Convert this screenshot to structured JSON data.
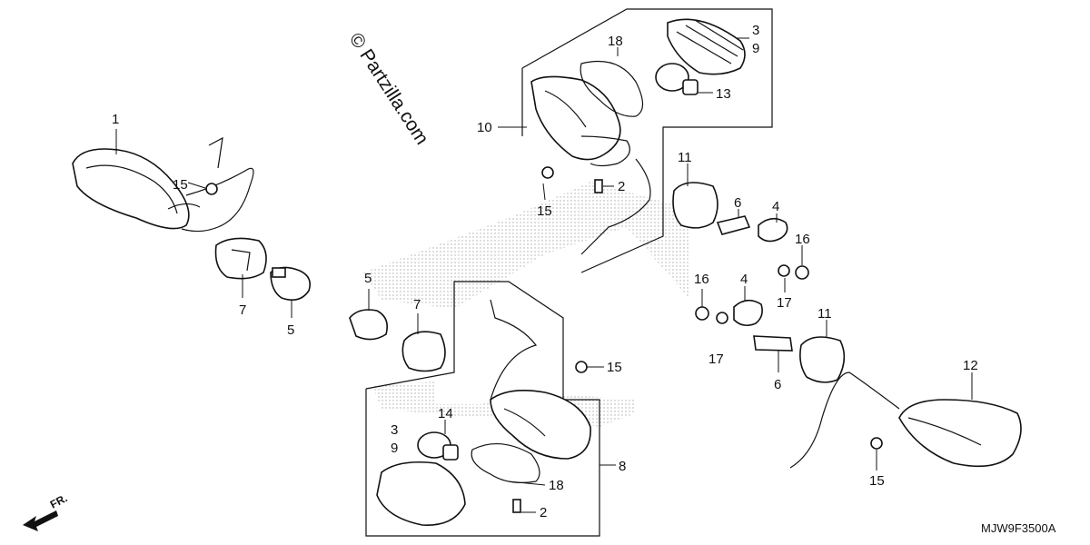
{
  "watermark": "© Partzilla.com",
  "diagram_code": "MJW9F3500A",
  "front_label": "FR.",
  "callouts": {
    "c1": "1",
    "c2a": "2",
    "c2b": "2",
    "c3a": "3",
    "c3b": "3",
    "c4a": "4",
    "c4b": "4",
    "c5a": "5",
    "c5b": "5",
    "c6a": "6",
    "c6b": "6",
    "c7a": "7",
    "c7b": "7",
    "c8": "8",
    "c9a": "9",
    "c9b": "9",
    "c10": "10",
    "c11a": "11",
    "c11b": "11",
    "c12": "12",
    "c13": "13",
    "c14": "14",
    "c15a": "15",
    "c15b": "15",
    "c15c": "15",
    "c15d": "15",
    "c16a": "16",
    "c16b": "16",
    "c17a": "17",
    "c17b": "17",
    "c18a": "18",
    "c18b": "18"
  }
}
